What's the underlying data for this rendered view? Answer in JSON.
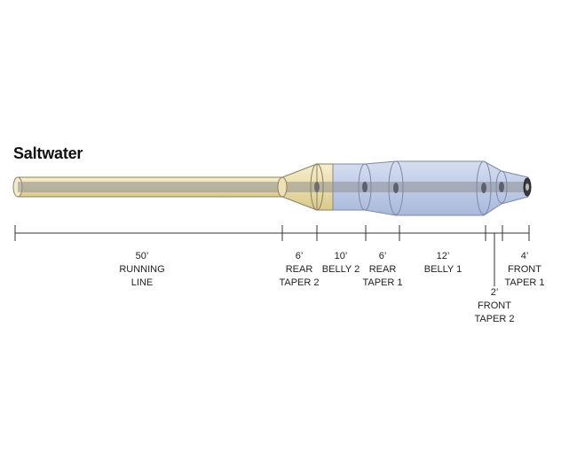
{
  "title": "Saltwater",
  "colors": {
    "running_line": "#e8dcae",
    "rear_taper": "#efe3ad",
    "belly": "#b8c6e4",
    "core": "#8f8f94",
    "outline": "#7a7a7a",
    "scale": "#333333"
  },
  "sections": [
    {
      "id": "running-line",
      "length": "50’",
      "name": "RUNNING",
      "name2": "LINE"
    },
    {
      "id": "rear-taper-2",
      "length": "6’",
      "name": "REAR",
      "name2": "TAPER 2"
    },
    {
      "id": "belly-2",
      "length": "10’",
      "name": "BELLY 2",
      "name2": ""
    },
    {
      "id": "rear-taper-1",
      "length": "6’",
      "name": "REAR",
      "name2": "TAPER 1"
    },
    {
      "id": "belly-1",
      "length": "12’",
      "name": "BELLY 1",
      "name2": ""
    },
    {
      "id": "front-taper-2",
      "length": "2’",
      "name": "FRONT",
      "name2": "TAPER 2"
    },
    {
      "id": "front-taper-1",
      "length": "4’",
      "name": "FRONT",
      "name2": "TAPER 1"
    }
  ]
}
